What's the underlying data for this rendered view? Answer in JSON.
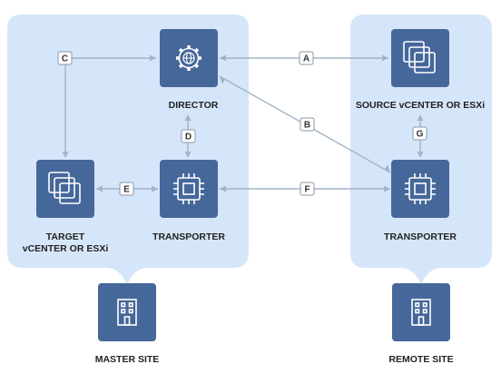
{
  "nodes": {
    "director": "DIRECTOR",
    "source": "SOURCE vCENTER OR ESXi",
    "target_line1": "TARGET",
    "target_line2": "vCENTER OR ESXi",
    "master_transporter": "TRANSPORTER",
    "remote_transporter": "TRANSPORTER"
  },
  "sites": {
    "master": "MASTER SITE",
    "remote": "REMOTE SITE"
  },
  "connections": {
    "a": "A",
    "b": "B",
    "c": "C",
    "d": "D",
    "e": "E",
    "f": "F",
    "g": "G"
  },
  "colors": {
    "site_panel": "#d6e6fa",
    "node": "#46679a",
    "connector": "#a3b4c8"
  },
  "icons": {
    "director": "gear-globe-icon",
    "source": "vcenter-icon",
    "target": "vcenter-icon",
    "transporter": "chip-icon",
    "site": "building-icon"
  }
}
